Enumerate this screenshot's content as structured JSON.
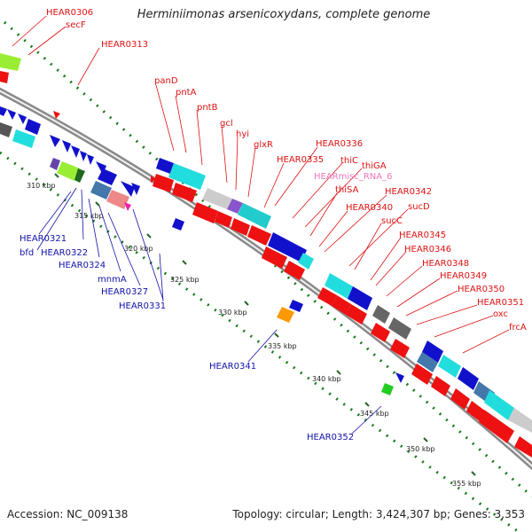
{
  "title": "Herminiimonas arsenicoxydans, complete genome",
  "footer": {
    "accession": "Accession: NC_009138",
    "topology": "Topology: circular; Length: 3,424,307 bp; Genes: 3,353"
  },
  "colors": {
    "forward_label": "#dd1111",
    "reverse_label": "#1111aa",
    "misc_rna_label": "#ee77bb",
    "backbone": "#888888",
    "gc_dots": "#1a7a1a"
  },
  "ticks": [
    "310 kbp",
    "315 kbp",
    "320 kbp",
    "325 kbp",
    "330 kbp",
    "335 kbp",
    "340 kbp",
    "345 kbp",
    "350 kbp",
    "355 kbp"
  ],
  "reverse_labels": [
    "HEAR0321",
    "bfd",
    "HEAR0322",
    "HEAR0324",
    "mnmA",
    "HEAR0327",
    "HEAR0331",
    "HEAR0341",
    "HEAR0352"
  ],
  "forward_labels": [
    "HEAR0306",
    "secF",
    "HEAR0313",
    "panD",
    "pntA",
    "pntB",
    "gcl",
    "hyi",
    "glxR",
    "HEAR0336",
    "HEAR0335",
    "thiC",
    "thiGA",
    "HEARmisc_RNA_6",
    "thiSA",
    "HEAR0342",
    "HEAR0340",
    "sucD",
    "sucC",
    "HEAR0345",
    "HEAR0346",
    "HEAR0348",
    "HEAR0349",
    "HEAR0350",
    "HEAR0351",
    "oxc",
    "frcA"
  ]
}
